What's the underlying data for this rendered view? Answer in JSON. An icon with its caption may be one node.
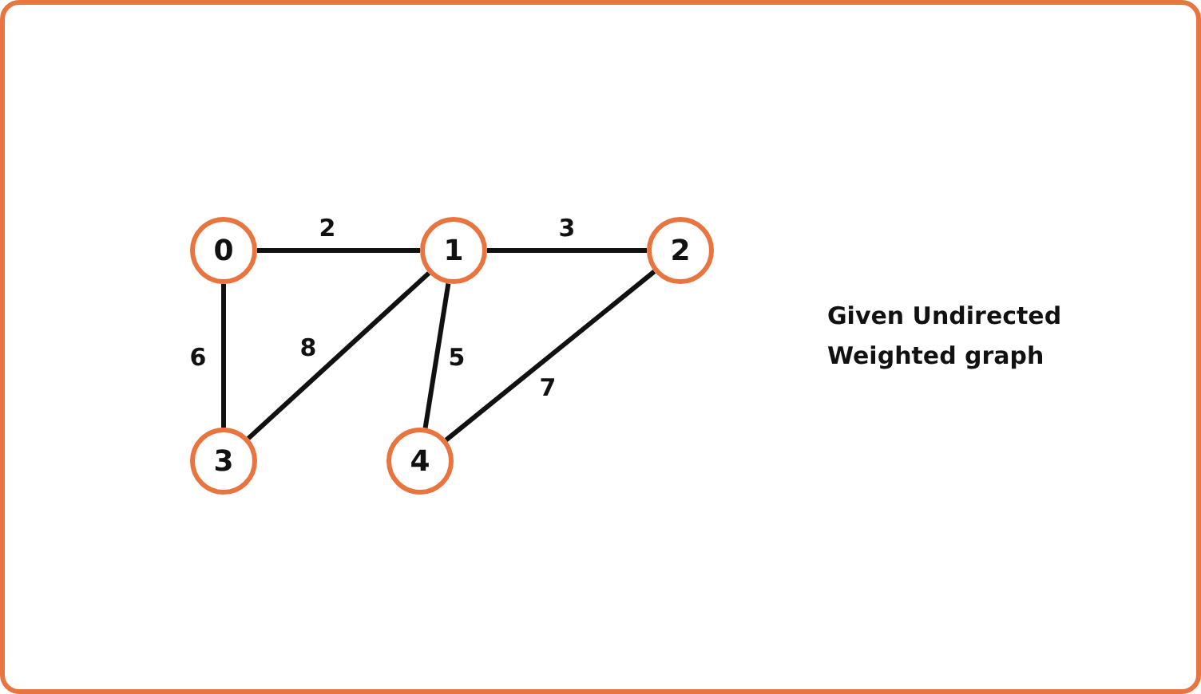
{
  "diagram": {
    "nodes": [
      {
        "text": [
          "0"
        ]
      },
      {
        "text": [
          "1"
        ]
      },
      {
        "text": [
          "2"
        ]
      },
      {
        "text": [
          "3"
        ]
      },
      {
        "text": [
          "4"
        ]
      }
    ],
    "edges": [
      {
        "from": 0,
        "to": 1,
        "arrow": "none",
        "label": "2"
      },
      {
        "from": 1,
        "to": 2,
        "arrow": "none",
        "label": "3"
      },
      {
        "from": 0,
        "to": 3,
        "arrow": "none",
        "label": "6"
      },
      {
        "from": 1,
        "to": 3,
        "arrow": "none",
        "label": "8"
      },
      {
        "from": 1,
        "to": 4,
        "arrow": "none",
        "label": "5"
      },
      {
        "from": 2,
        "to": 4,
        "arrow": "none",
        "label": "7"
      }
    ],
    "labels": [
      "Given Undirected Weighted graph"
    ]
  }
}
